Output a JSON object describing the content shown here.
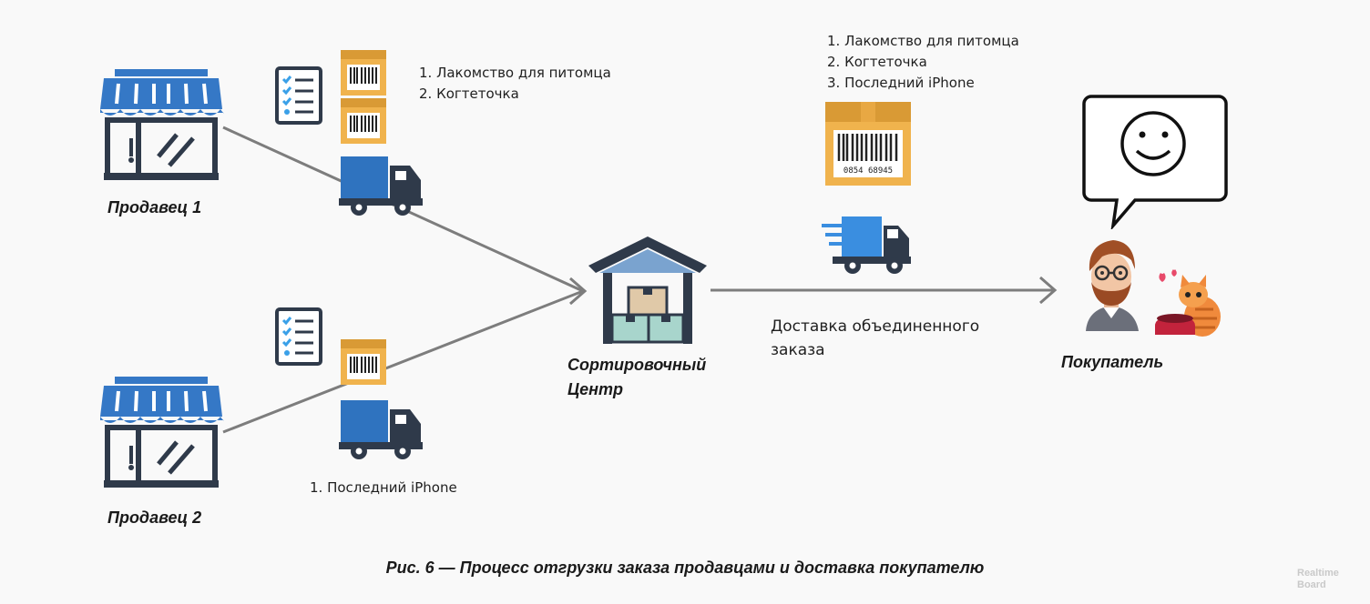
{
  "sellers": [
    {
      "label": "Продавец 1",
      "items": [
        "1. Лакомство для питомца",
        "2. Когтеточка"
      ]
    },
    {
      "label": "Продавец 2",
      "items": [
        "1. Последний iPhone"
      ]
    }
  ],
  "center": {
    "label_line1": "Сортировочный",
    "label_line2": "Центр"
  },
  "combined": {
    "items": [
      "1. Лакомство для питомца",
      "2. Когтеточка",
      "3. Последний iPhone"
    ],
    "delivery_line1": "Доставка объединенного",
    "delivery_line2": "заказа",
    "barcode_text": "0854 68945"
  },
  "buyer": {
    "label": "Покупатель"
  },
  "caption": "Рис. 6 — Процесс отгрузки заказа продавцами и доставка покупателю",
  "watermark": {
    "line1": "Realtime",
    "line2": "Board"
  },
  "colors": {
    "store_blue": "#3578c6",
    "dark": "#2f3a4a",
    "truck_blue": "#2f73bf",
    "arrow": "#7d7d7d",
    "box": "#f0b34d"
  }
}
